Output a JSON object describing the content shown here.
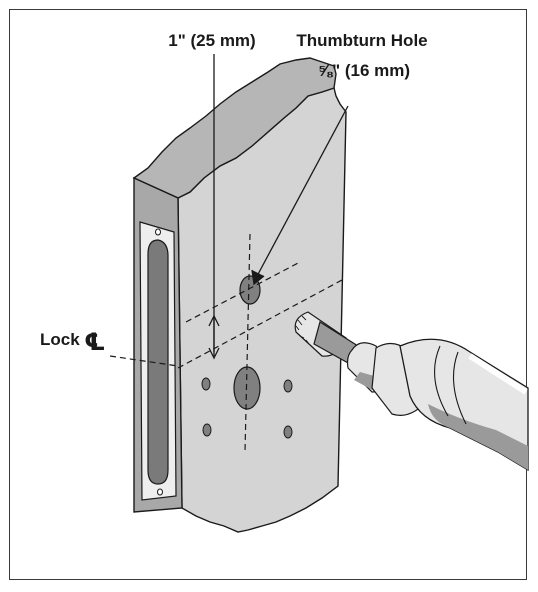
{
  "labels": {
    "backset": "1\" (25 mm)",
    "thumbturn_title": "Thumbturn Hole",
    "thumbturn_size": "⅝\" (16 mm)",
    "lock": "Lock",
    "centerline_symbol": "℄"
  },
  "colors": {
    "door_face": "#d4d4d4",
    "door_top": "#b6b6b6",
    "door_edge": "#a8a8a8",
    "holes": "#808080",
    "strike_slot": "#7a7a7a",
    "drill_light": "#e6e6e6",
    "drill_shade": "#9a9a9a",
    "line": "#1a1a1a"
  },
  "icons": {
    "drill": "drill-icon",
    "door": "door-icon"
  }
}
